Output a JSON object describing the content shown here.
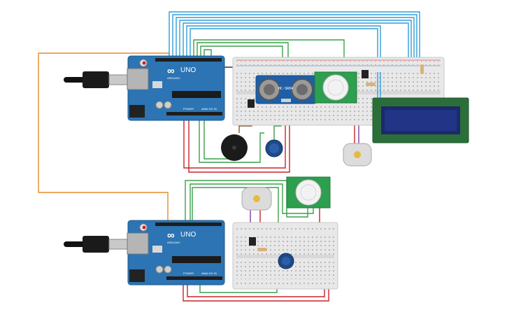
{
  "boards": [
    {
      "id": "top",
      "brand": "UNO",
      "sub": "ARDUINO",
      "logo": "∞",
      "power_label": "POWER",
      "analog_label": "ANALOG IN"
    },
    {
      "id": "bottom",
      "brand": "UNO",
      "sub": "ARDUINO",
      "logo": "∞",
      "power_label": "POWER",
      "analog_label": "ANALOG IN"
    }
  ],
  "ultrasonic": {
    "label": "HC-SR04"
  },
  "icons": {
    "usb": "usb-cable-icon",
    "buzzer": "piezo-buzzer-icon",
    "pot": "potentiometer-icon",
    "pir": "pir-sensor-icon",
    "motor": "dc-motor-icon",
    "lcd": "lcd-display-icon"
  },
  "colors": {
    "board": "#2c74b3",
    "breadboard": "#e8e8e8",
    "wire_blue": "#2f9ed8",
    "wire_green": "#3aa04a",
    "wire_red": "#c8232c",
    "wire_orange": "#e88a2b",
    "wire_purple": "#7a3fa0",
    "wire_black": "#333333",
    "pir_board": "#2e9e4f",
    "lcd_frame": "#2c6e3a",
    "lcd_screen": "#1b2a6b"
  }
}
